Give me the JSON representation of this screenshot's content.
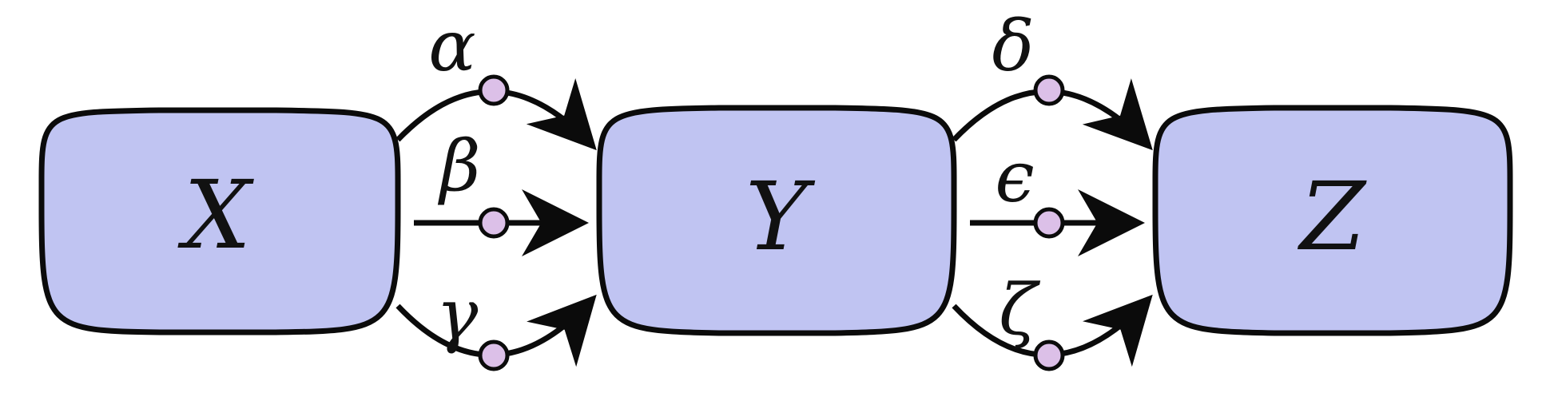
{
  "colors": {
    "node_fill": "#c0c4f2",
    "node_stroke": "#0b0b0b",
    "dot_fill": "#dcc0e8",
    "arrow_stroke": "#0b0b0b"
  },
  "nodes": {
    "x": {
      "label": "X"
    },
    "y": {
      "label": "Y"
    },
    "z": {
      "label": "Z"
    }
  },
  "arrows": {
    "alpha": {
      "label": "α"
    },
    "beta": {
      "label": "β"
    },
    "gamma": {
      "label": "γ"
    },
    "delta": {
      "label": "δ"
    },
    "epsilon": {
      "label": "ϵ"
    },
    "zeta": {
      "label": "ζ"
    }
  }
}
